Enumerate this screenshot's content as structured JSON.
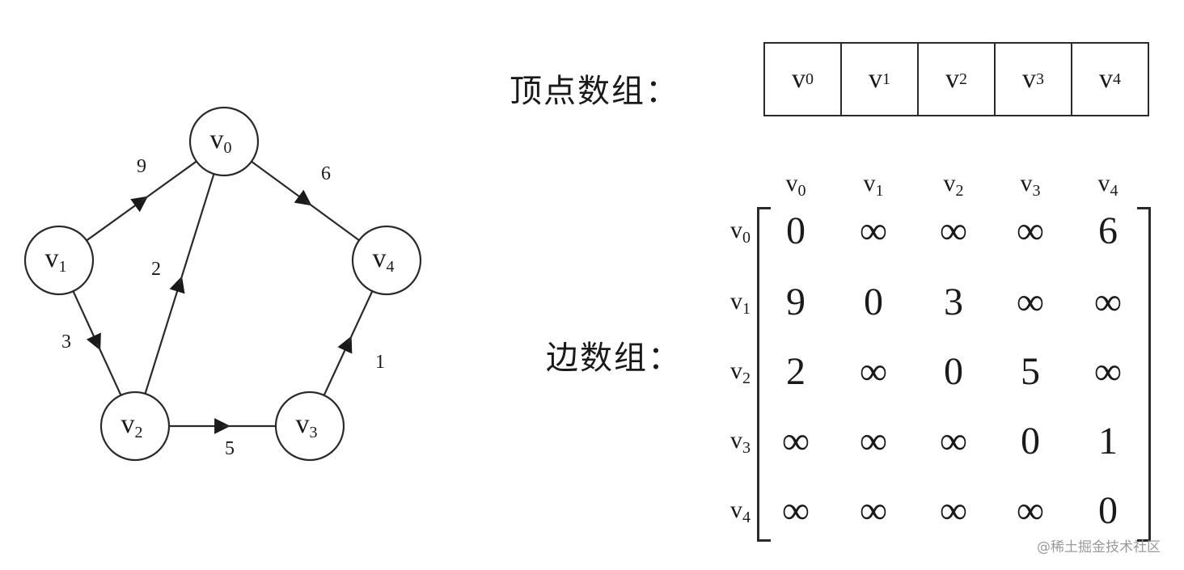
{
  "graph": {
    "nodes": [
      {
        "id": "v0",
        "base": "v",
        "sub": "0"
      },
      {
        "id": "v1",
        "base": "v",
        "sub": "1"
      },
      {
        "id": "v2",
        "base": "v",
        "sub": "2"
      },
      {
        "id": "v3",
        "base": "v",
        "sub": "3"
      },
      {
        "id": "v4",
        "base": "v",
        "sub": "4"
      }
    ],
    "edges": [
      {
        "from": "v1",
        "to": "v0",
        "weight": "9"
      },
      {
        "from": "v0",
        "to": "v4",
        "weight": "6"
      },
      {
        "from": "v2",
        "to": "v0",
        "weight": "2"
      },
      {
        "from": "v1",
        "to": "v2",
        "weight": "3"
      },
      {
        "from": "v2",
        "to": "v3",
        "weight": "5"
      },
      {
        "from": "v3",
        "to": "v4",
        "weight": "1"
      }
    ]
  },
  "labels": {
    "vertex_array": "顶点数组：",
    "edge_array": "边数组："
  },
  "vertex_array": [
    {
      "base": "v",
      "sub": "0"
    },
    {
      "base": "v",
      "sub": "1"
    },
    {
      "base": "v",
      "sub": "2"
    },
    {
      "base": "v",
      "sub": "3"
    },
    {
      "base": "v",
      "sub": "4"
    }
  ],
  "matrix": {
    "col_headers": [
      {
        "base": "v",
        "sub": "0"
      },
      {
        "base": "v",
        "sub": "1"
      },
      {
        "base": "v",
        "sub": "2"
      },
      {
        "base": "v",
        "sub": "3"
      },
      {
        "base": "v",
        "sub": "4"
      }
    ],
    "row_headers": [
      {
        "base": "v",
        "sub": "0"
      },
      {
        "base": "v",
        "sub": "1"
      },
      {
        "base": "v",
        "sub": "2"
      },
      {
        "base": "v",
        "sub": "3"
      },
      {
        "base": "v",
        "sub": "4"
      }
    ],
    "rows": [
      [
        "0",
        "∞",
        "∞",
        "∞",
        "6"
      ],
      [
        "9",
        "0",
        "3",
        "∞",
        "∞"
      ],
      [
        "2",
        "∞",
        "0",
        "5",
        "∞"
      ],
      [
        "∞",
        "∞",
        "∞",
        "0",
        "1"
      ],
      [
        "∞",
        "∞",
        "∞",
        "∞",
        "0"
      ]
    ]
  },
  "watermark": "@稀土掘金技术社区"
}
